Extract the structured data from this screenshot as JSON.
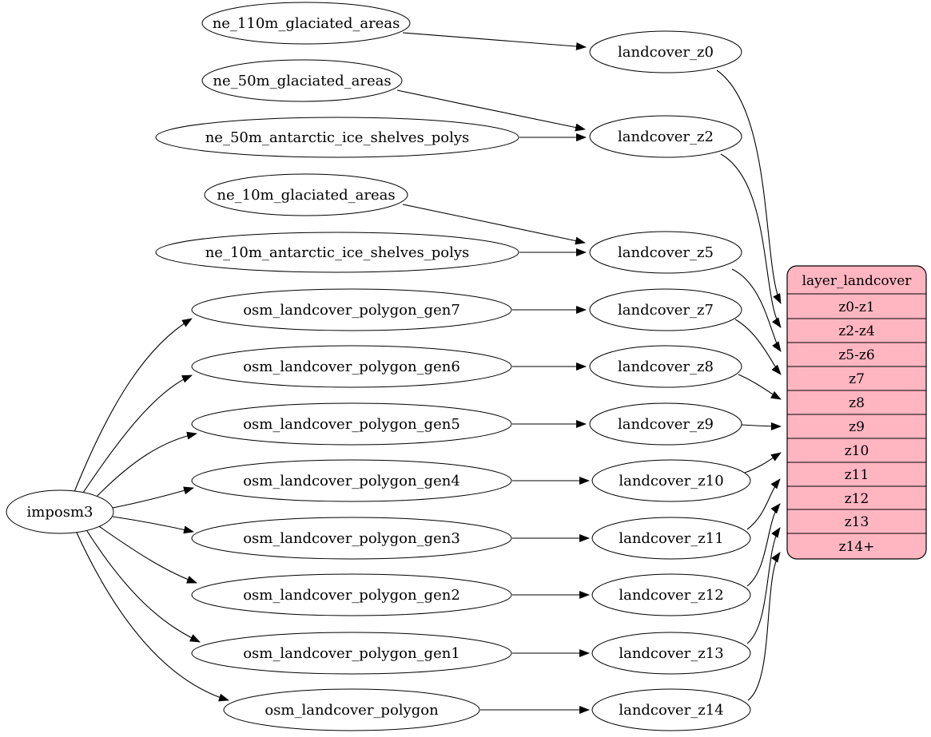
{
  "colors": {
    "table_fill": "#ffb6c1",
    "node_fill": "#ffffff",
    "stroke": "#000000",
    "background": "#ffffff"
  },
  "labels": {
    "imposm3": "imposm3",
    "ne_110m_glaciated_areas": "ne_110m_glaciated_areas",
    "ne_50m_glaciated_areas": "ne_50m_glaciated_areas",
    "ne_50m_antarctic_ice_shelves_polys": "ne_50m_antarctic_ice_shelves_polys",
    "ne_10m_glaciated_areas": "ne_10m_glaciated_areas",
    "ne_10m_antarctic_ice_shelves_polys": "ne_10m_antarctic_ice_shelves_polys",
    "osm_landcover_polygon_gen7": "osm_landcover_polygon_gen7",
    "osm_landcover_polygon_gen6": "osm_landcover_polygon_gen6",
    "osm_landcover_polygon_gen5": "osm_landcover_polygon_gen5",
    "osm_landcover_polygon_gen4": "osm_landcover_polygon_gen4",
    "osm_landcover_polygon_gen3": "osm_landcover_polygon_gen3",
    "osm_landcover_polygon_gen2": "osm_landcover_polygon_gen2",
    "osm_landcover_polygon_gen1": "osm_landcover_polygon_gen1",
    "osm_landcover_polygon": "osm_landcover_polygon",
    "landcover_z0": "landcover_z0",
    "landcover_z2": "landcover_z2",
    "landcover_z5": "landcover_z5",
    "landcover_z7": "landcover_z7",
    "landcover_z8": "landcover_z8",
    "landcover_z9": "landcover_z9",
    "landcover_z10": "landcover_z10",
    "landcover_z11": "landcover_z11",
    "landcover_z12": "landcover_z12",
    "landcover_z13": "landcover_z13",
    "landcover_z14": "landcover_z14"
  },
  "table": {
    "title": "layer_landcover",
    "rows": [
      "z0-z1",
      "z2-z4",
      "z5-z6",
      "z7",
      "z8",
      "z9",
      "z10",
      "z11",
      "z12",
      "z13",
      "z14+"
    ]
  },
  "edges": [
    {
      "from": "imposm3",
      "to": "osm_landcover_polygon_gen7"
    },
    {
      "from": "imposm3",
      "to": "osm_landcover_polygon_gen6"
    },
    {
      "from": "imposm3",
      "to": "osm_landcover_polygon_gen5"
    },
    {
      "from": "imposm3",
      "to": "osm_landcover_polygon_gen4"
    },
    {
      "from": "imposm3",
      "to": "osm_landcover_polygon_gen3"
    },
    {
      "from": "imposm3",
      "to": "osm_landcover_polygon_gen2"
    },
    {
      "from": "imposm3",
      "to": "osm_landcover_polygon_gen1"
    },
    {
      "from": "imposm3",
      "to": "osm_landcover_polygon"
    },
    {
      "from": "ne_110m_glaciated_areas",
      "to": "landcover_z0"
    },
    {
      "from": "ne_50m_glaciated_areas",
      "to": "landcover_z2"
    },
    {
      "from": "ne_50m_antarctic_ice_shelves_polys",
      "to": "landcover_z2"
    },
    {
      "from": "ne_10m_glaciated_areas",
      "to": "landcover_z5"
    },
    {
      "from": "ne_10m_antarctic_ice_shelves_polys",
      "to": "landcover_z5"
    },
    {
      "from": "osm_landcover_polygon_gen7",
      "to": "landcover_z7"
    },
    {
      "from": "osm_landcover_polygon_gen6",
      "to": "landcover_z8"
    },
    {
      "from": "osm_landcover_polygon_gen5",
      "to": "landcover_z9"
    },
    {
      "from": "osm_landcover_polygon_gen4",
      "to": "landcover_z10"
    },
    {
      "from": "osm_landcover_polygon_gen3",
      "to": "landcover_z11"
    },
    {
      "from": "osm_landcover_polygon_gen2",
      "to": "landcover_z12"
    },
    {
      "from": "osm_landcover_polygon_gen1",
      "to": "landcover_z13"
    },
    {
      "from": "osm_landcover_polygon",
      "to": "landcover_z14"
    },
    {
      "from": "landcover_z0",
      "to": "layer_landcover:z0-z1"
    },
    {
      "from": "landcover_z2",
      "to": "layer_landcover:z2-z4"
    },
    {
      "from": "landcover_z5",
      "to": "layer_landcover:z5-z6"
    },
    {
      "from": "landcover_z7",
      "to": "layer_landcover:z7"
    },
    {
      "from": "landcover_z8",
      "to": "layer_landcover:z8"
    },
    {
      "from": "landcover_z9",
      "to": "layer_landcover:z9"
    },
    {
      "from": "landcover_z10",
      "to": "layer_landcover:z10"
    },
    {
      "from": "landcover_z11",
      "to": "layer_landcover:z11"
    },
    {
      "from": "landcover_z12",
      "to": "layer_landcover:z12"
    },
    {
      "from": "landcover_z13",
      "to": "layer_landcover:z13"
    },
    {
      "from": "landcover_z14",
      "to": "layer_landcover:z14+"
    }
  ]
}
